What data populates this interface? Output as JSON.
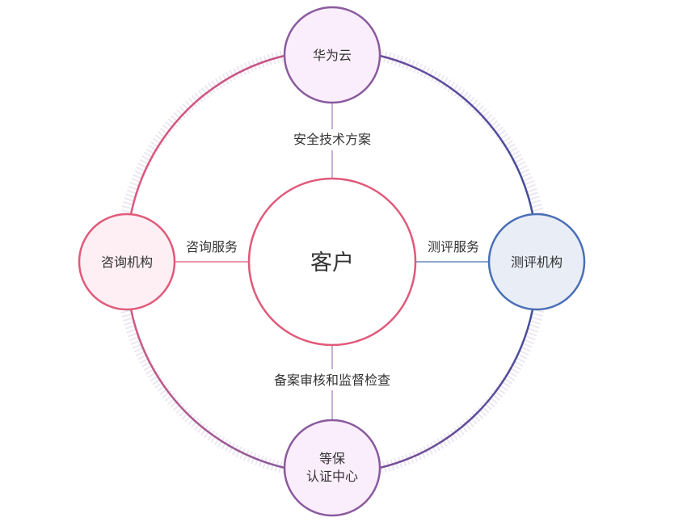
{
  "nodes": {
    "center": {
      "label": "客户",
      "stroke": "#e05a7a",
      "fill": "#ffffff"
    },
    "top": {
      "label": "华为云",
      "stroke": "#8a5a9e",
      "fill": "#fbeefc"
    },
    "left": {
      "label": "咨询机构",
      "stroke": "#e05a7a",
      "fill": "#fdeff3"
    },
    "right": {
      "label": "测评机构",
      "stroke": "#4a6fb5",
      "fill": "#e9edf6"
    },
    "bottom": {
      "line1": "等保",
      "line2": "认证中心",
      "stroke": "#8a5a9e",
      "fill": "#fbeefc"
    }
  },
  "edges": {
    "top": {
      "label": "安全技术方案"
    },
    "left": {
      "label": "咨询服务"
    },
    "right": {
      "label": "测评服务"
    },
    "bottom": {
      "label": "备案审核和监督检查"
    }
  },
  "colors": {
    "pink": "#e05a7a",
    "purple": "#8a5a9e",
    "blue": "#4a6fb5",
    "navy": "#3d4d9a",
    "dash": "#ece7f1"
  }
}
